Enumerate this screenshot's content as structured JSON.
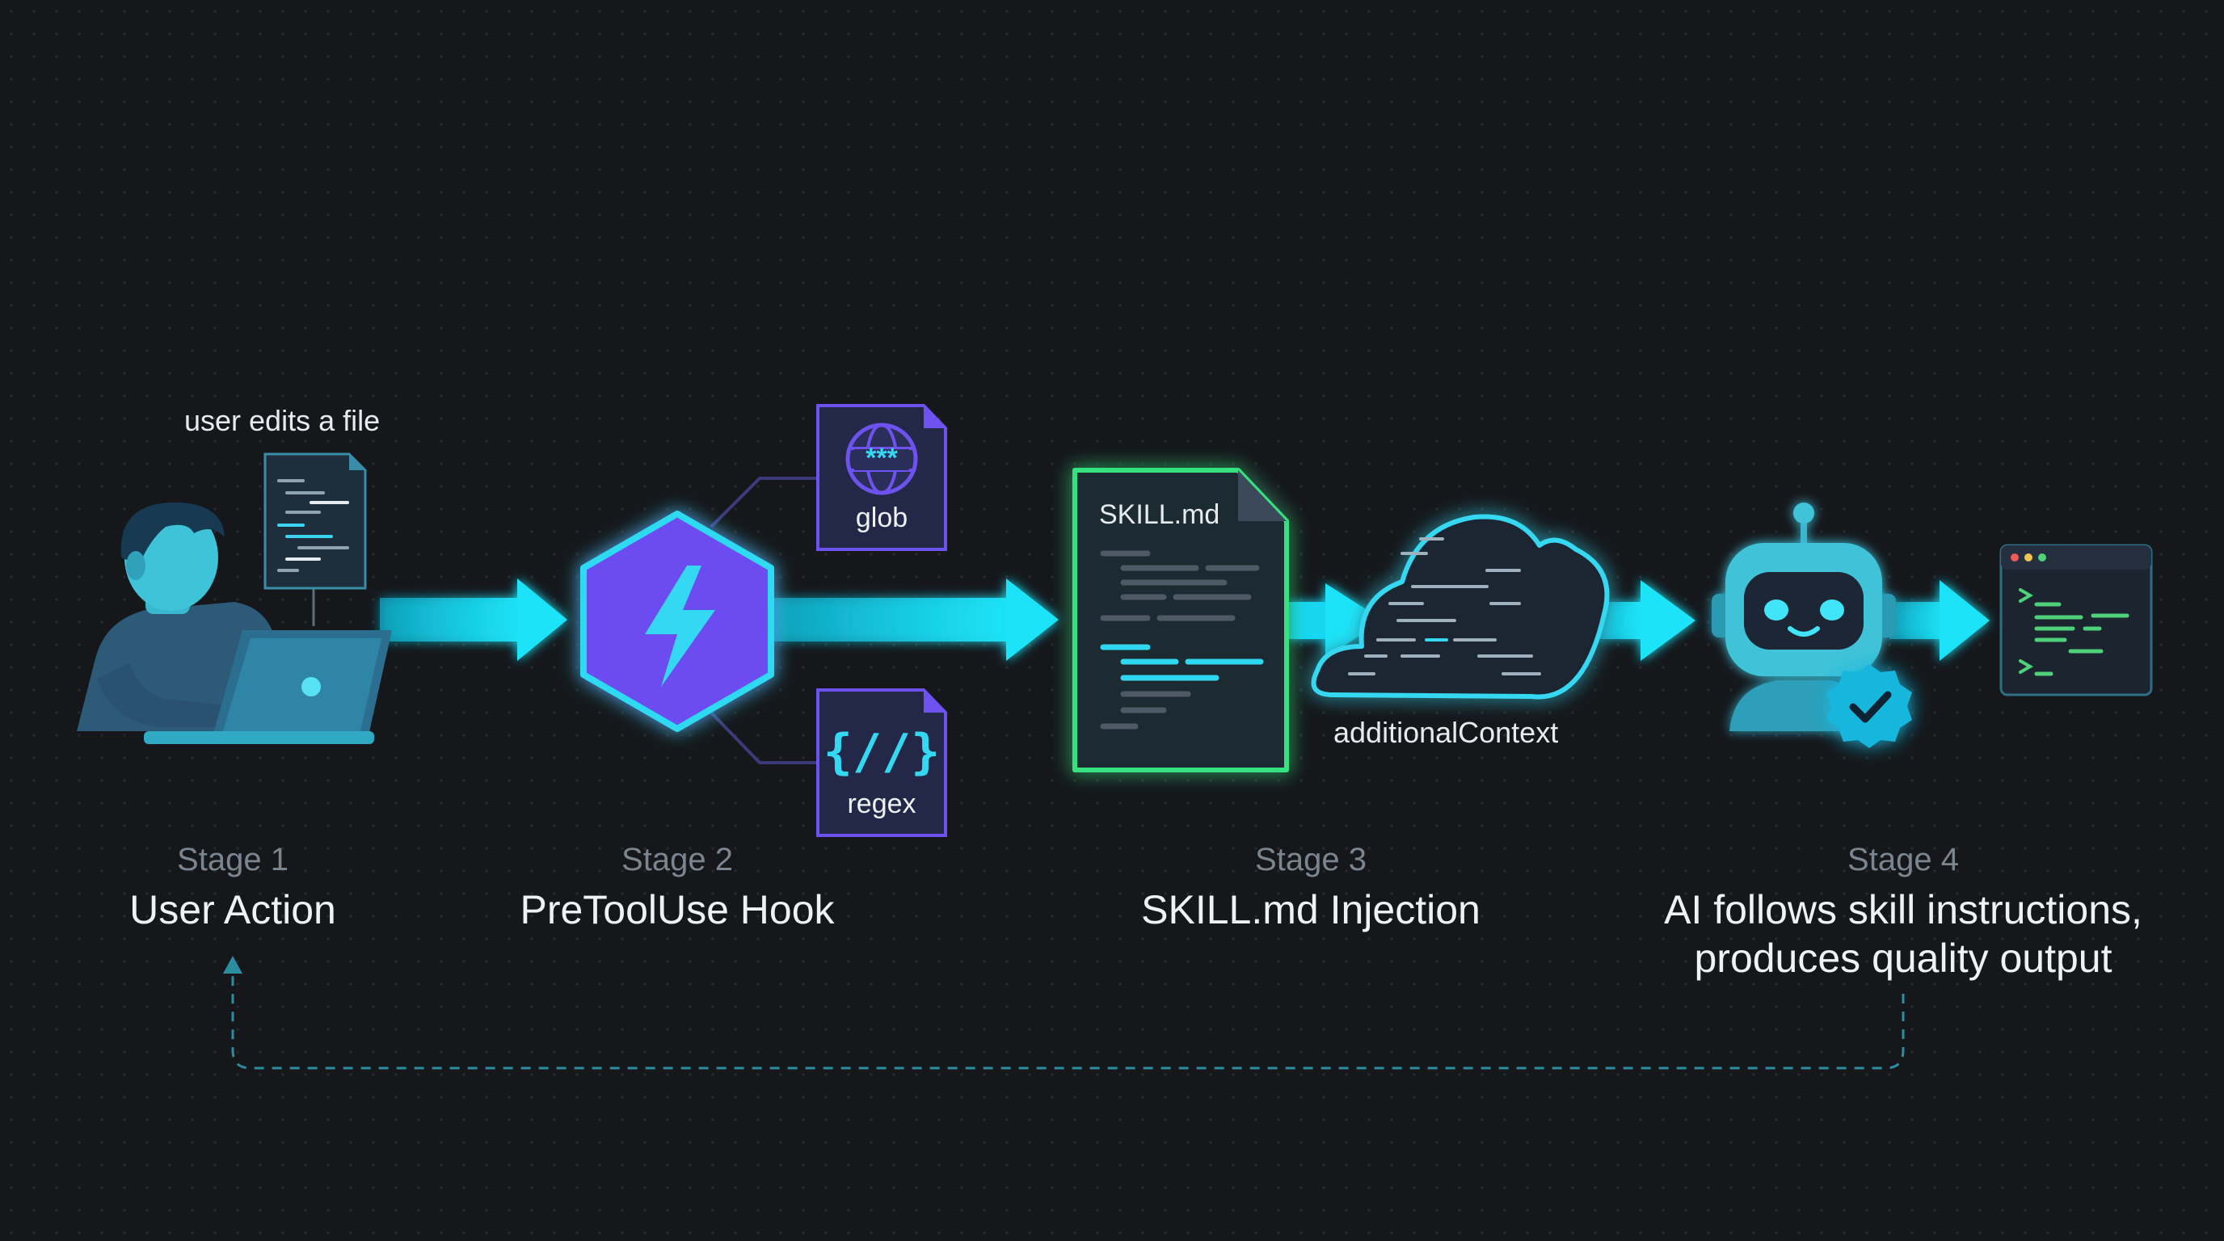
{
  "stages": [
    {
      "number": "Stage 1",
      "title": "User Action"
    },
    {
      "number": "Stage 2",
      "title": "PreToolUse Hook"
    },
    {
      "number": "Stage 3",
      "title": "SKILL.md Injection"
    },
    {
      "number": "Stage 4",
      "title_line1": "AI follows skill instructions,",
      "title_line2": "produces quality output"
    }
  ],
  "annotations": {
    "user_edits": "user edits a file",
    "skill_file": "SKILL.md",
    "cloud": "additionalContext",
    "glob": "glob",
    "regex": "regex",
    "regex_glyph": "{//}",
    "glob_glyph": "***"
  },
  "icons": {
    "stage1": [
      "user-laptop-icon",
      "code-file-icon"
    ],
    "stage2": [
      "lightning-hexagon-icon",
      "globe-icon",
      "regex-braces-icon"
    ],
    "stage3": [
      "document-icon",
      "cloud-icon"
    ],
    "stage4": [
      "robot-icon",
      "verified-check-icon",
      "terminal-window-icon"
    ]
  },
  "colors": {
    "background": "#15171b",
    "arrow": "#16d6f0",
    "hook": "#6c4bf0",
    "skill_border": "#2fe07a",
    "feedback": "#2b8ea0"
  }
}
